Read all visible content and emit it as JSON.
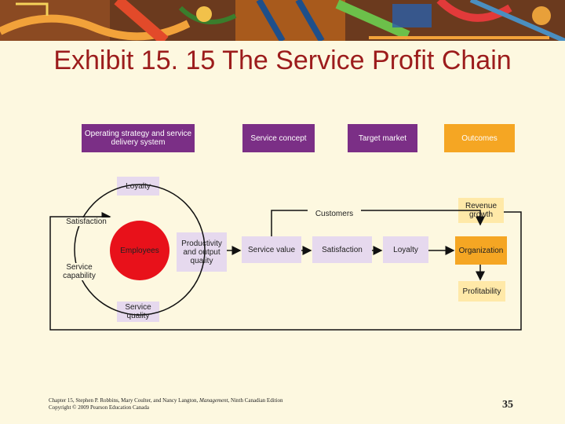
{
  "title": "Exhibit 15. 15 The Service Profit Chain",
  "headers": {
    "operating_strategy": "Operating strategy and service delivery system",
    "service_concept": "Service concept",
    "target_market": "Target market",
    "outcomes": "Outcomes"
  },
  "nodes": {
    "loyalty_internal": "Loyalty",
    "satisfaction_internal": "Satisfaction",
    "employees": "Employees",
    "service_capability": "Service capability",
    "productivity": "Productivity and output quality",
    "service_quality": "Service quality",
    "service_value": "Service value",
    "customers": "Customers",
    "customer_satisfaction": "Satisfaction",
    "customer_loyalty": "Loyalty",
    "revenue_growth": "Revenue growth",
    "organization": "Organization",
    "profitability": "Profitability"
  },
  "footer": {
    "line1_prefix": "Chapter 15, Stephen P. Robbins, Mary Coulter, and Nancy Langton, ",
    "line1_book": "Management",
    "line1_suffix": ", Ninth Canadian Edition",
    "line2": "Copyright © 2009 Pearson Education Canada"
  },
  "page_number": "35",
  "colors": {
    "title": "#9c1c1c",
    "purple": "#7b2f86",
    "orange": "#f5a623",
    "employees_red": "#e8111a",
    "light_purple": "#e6d9ee",
    "light_orange": "#ffe9a8",
    "background": "#fdf8e0"
  }
}
